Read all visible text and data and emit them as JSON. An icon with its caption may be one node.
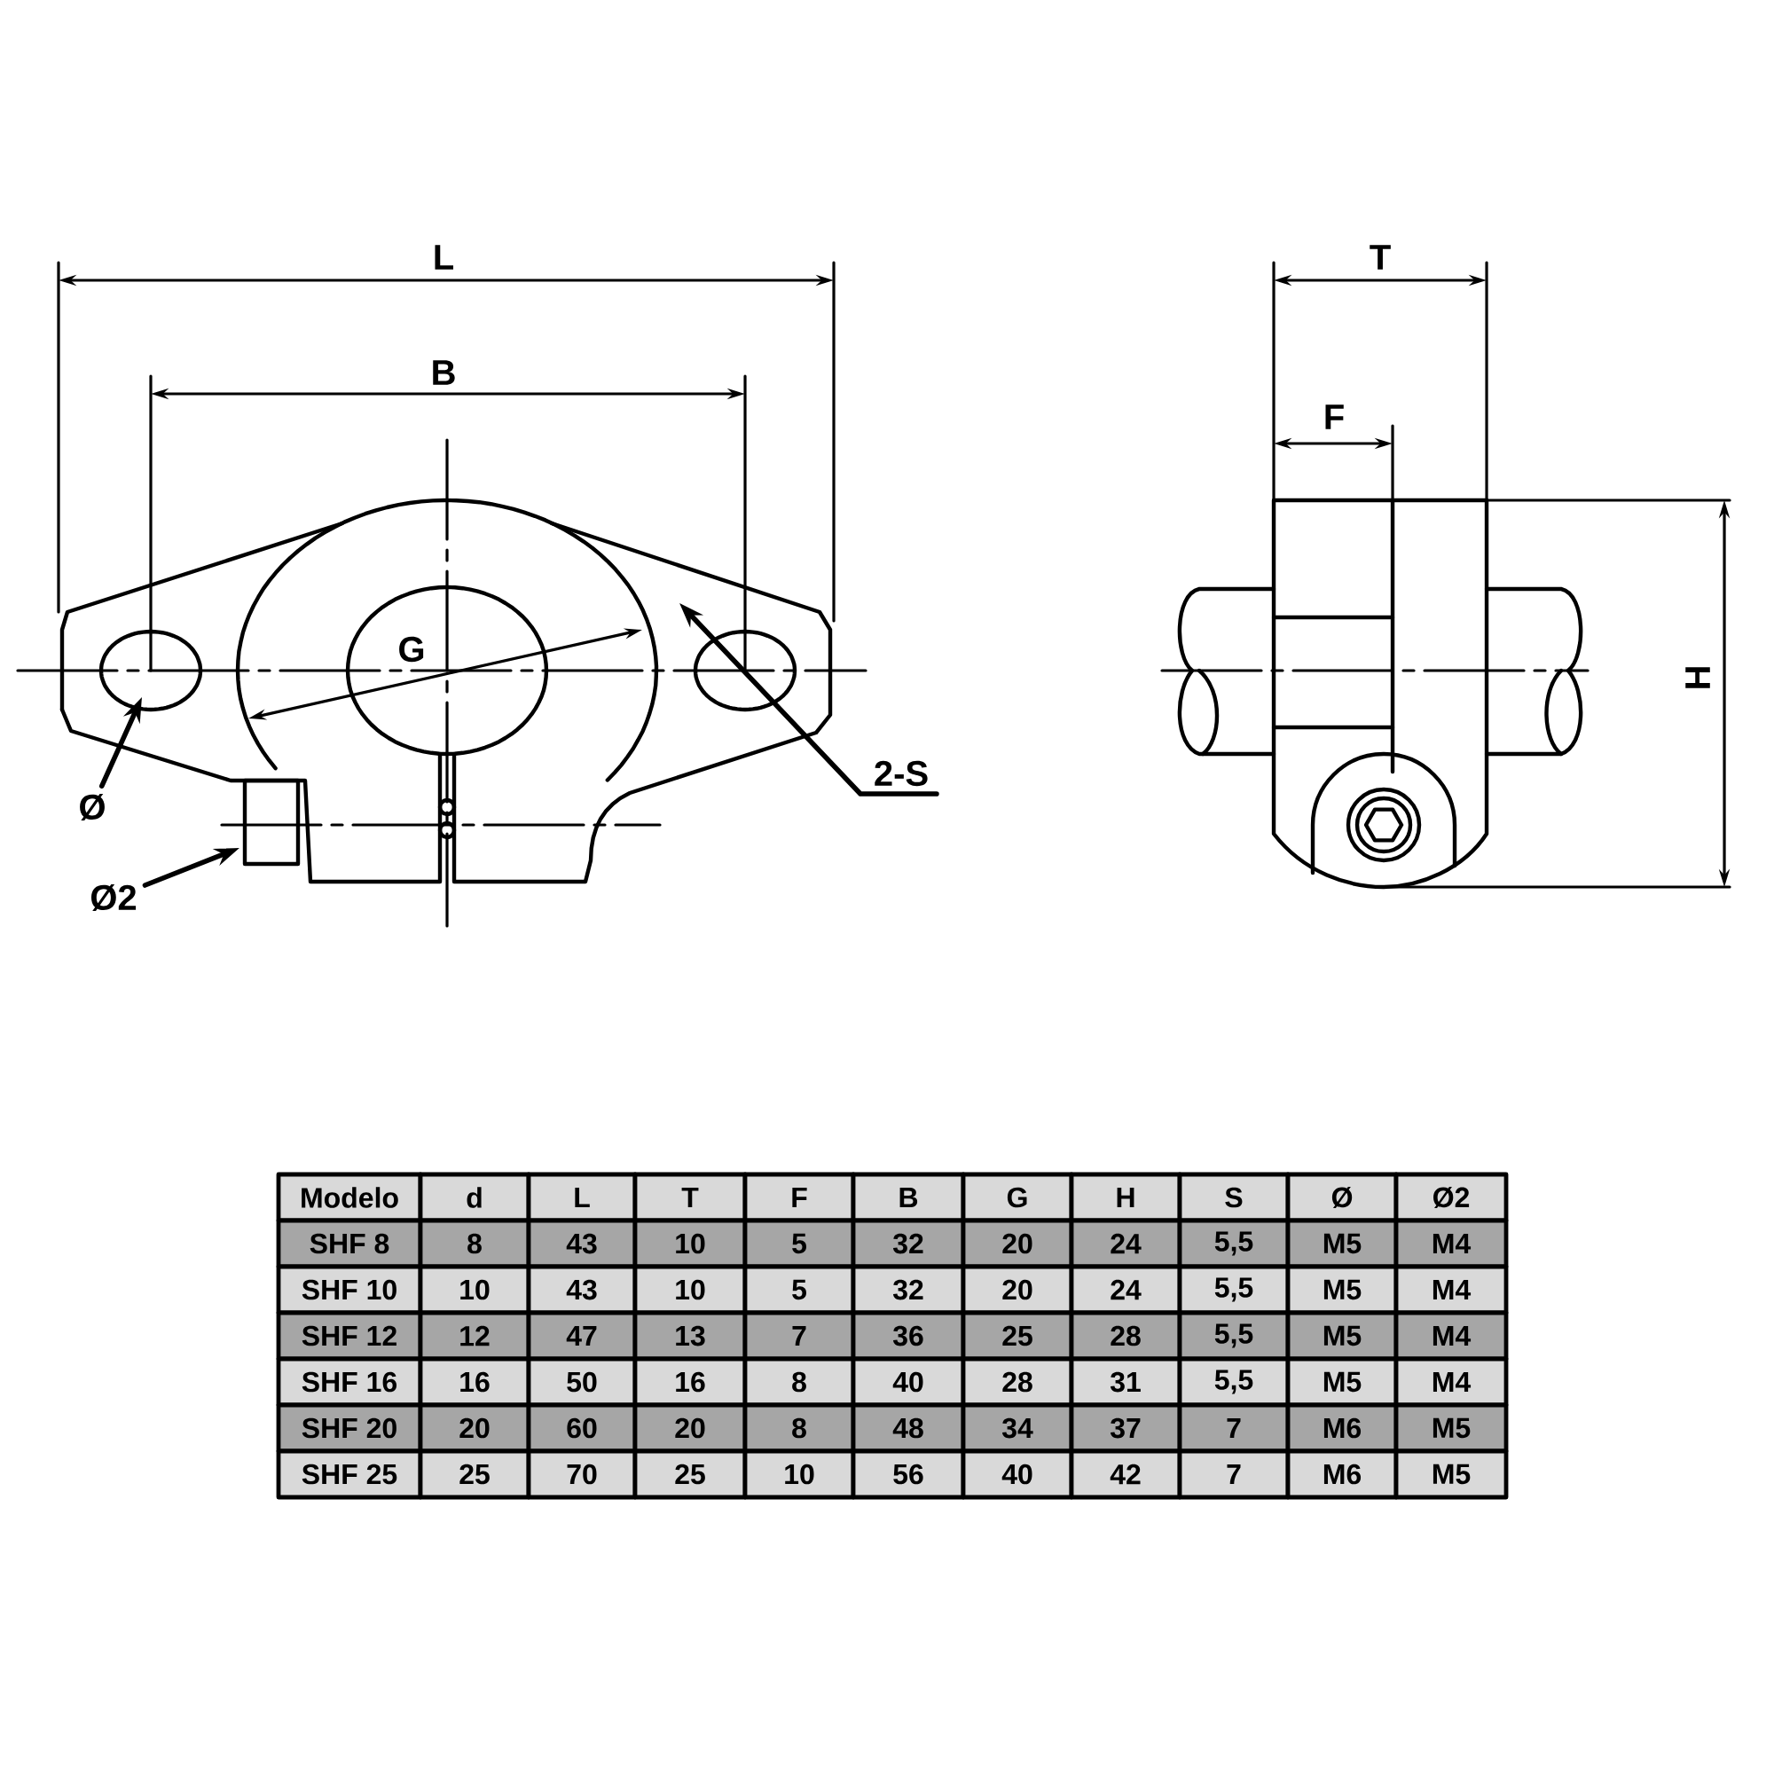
{
  "diagram": {
    "nodes": [
      {
        "text": [
          "Ø"
        ]
      },
      {
        "text": [
          "Ø2"
        ]
      },
      {
        "text": [
          "2-S"
        ]
      }
    ],
    "edges": [
      {
        "from": 0,
        "to": null,
        "arrow": "to"
      },
      {
        "from": 1,
        "to": null,
        "arrow": "to"
      },
      {
        "from": 2,
        "to": null,
        "arrow": "to"
      }
    ],
    "labels": [
      "L",
      "T",
      "B",
      "F",
      "G",
      "H",
      "Modelo",
      "d",
      "L",
      "T",
      "F",
      "B",
      "G",
      "H",
      "S",
      "Ø",
      "Ø2",
      "SHF 8",
      "8",
      "43",
      "10",
      "5",
      "32",
      "20",
      "24",
      "5,5",
      "M5",
      "M4",
      "SHF 10",
      "10",
      "43",
      "10",
      "5",
      "32",
      "20",
      "24",
      "5,5",
      "M5",
      "M4",
      "SHF 12",
      "12",
      "47",
      "13",
      "7",
      "36",
      "25",
      "28",
      "5,5",
      "M5",
      "M4",
      "SHF 16",
      "16",
      "50",
      "16",
      "8",
      "40",
      "28",
      "31",
      "5,5",
      "M5",
      "M4",
      "SHF 20",
      "20",
      "60",
      "20",
      "8",
      "48",
      "34",
      "37",
      "7",
      "M6",
      "M5",
      "SHF 25",
      "25",
      "70",
      "25",
      "10",
      "56",
      "40",
      "42",
      "7",
      "M6",
      "M5"
    ]
  }
}
